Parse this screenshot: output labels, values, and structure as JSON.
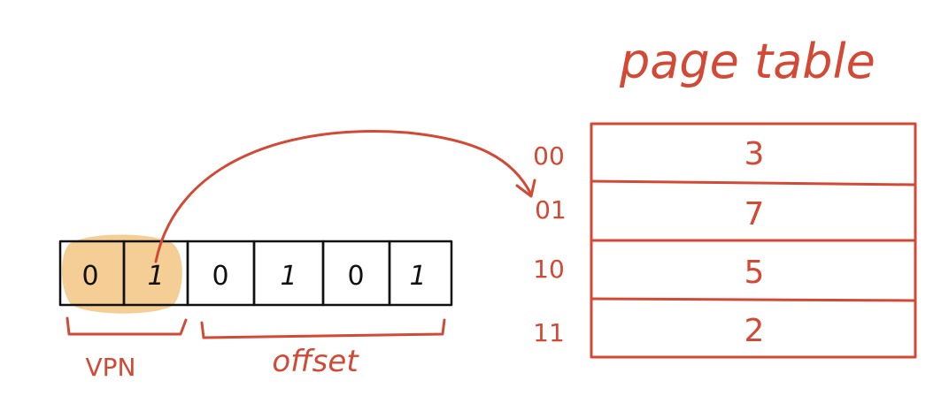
{
  "title": "page table",
  "address_bits": [
    "0",
    "1",
    "0",
    "1",
    "0",
    "1"
  ],
  "labels": {
    "vpn": "VPN",
    "offset": "offset"
  },
  "page_table": {
    "rows": [
      {
        "index": "00",
        "value": "3"
      },
      {
        "index": "01",
        "value": "7"
      },
      {
        "index": "10",
        "value": "5"
      },
      {
        "index": "11",
        "value": "2"
      }
    ]
  },
  "colors": {
    "ink_red": "#d24a35",
    "ink_black": "#111111",
    "highlight": "#f3c98a"
  }
}
